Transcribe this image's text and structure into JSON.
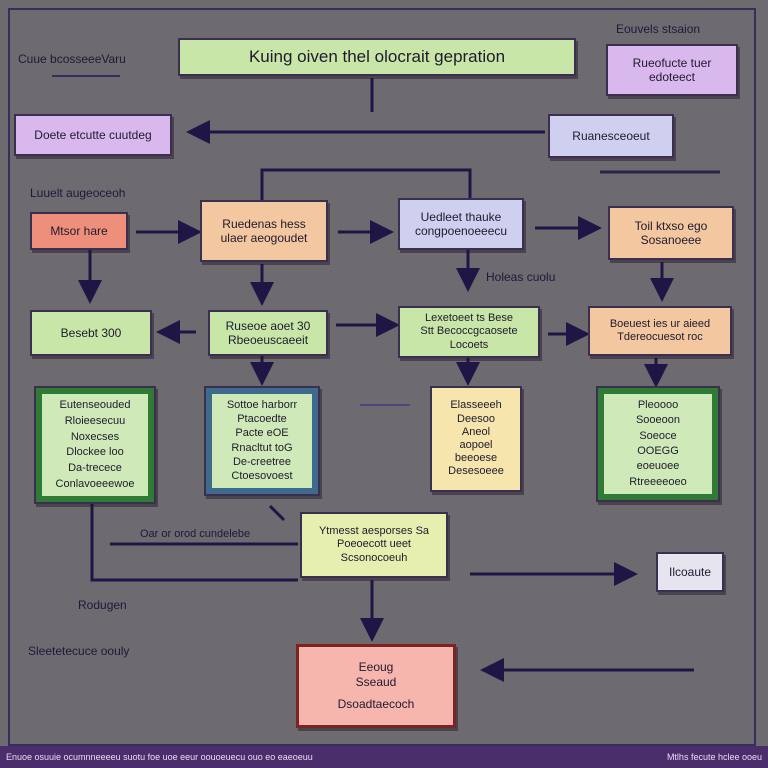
{
  "title": "Kuing oiven thel olocrait gepration",
  "top_right_label": "Eouvels stsaion",
  "top_left_label": "Cuue bcosseeeVaru",
  "left_label_1": "Luuelt augeoceoh",
  "left_label_2": "Rodugen",
  "left_label_3": "Sleetetecuce oouly",
  "mid_label_1": "Holeas cuolu",
  "mid_label_2": "Oar or orod cundelebe",
  "boxes": {
    "top_right": [
      "Rueofucte tuer",
      "edoteect"
    ],
    "row1_left": "Doete etcutte cuutdeg",
    "row1_right": "Ruanesceoeut",
    "r2_a": "Mtsor hare",
    "r2_b": [
      "Ruedenas hess",
      "ulaer aeogoudet"
    ],
    "r2_c": [
      "Uedleet thauke",
      "congpoenoeeecu"
    ],
    "r2_d": [
      "Toil ktxso ego",
      "Sosanoeee"
    ],
    "r3_a": "Besebt 300",
    "r3_b": [
      "Ruseoe aoet 30",
      "Rbeoeuscaeeit"
    ],
    "r3_c": [
      "Lexetoeet ts Bese",
      "Stt Becoccgcaosete",
      "Locoets"
    ],
    "r3_d": [
      "Boeuest ies ur aieed",
      "Tdereocuesot roc"
    ],
    "t4_a": [
      "Eutenseouded",
      "Rloieesecuu",
      "Noxecses",
      "Dlockee loo",
      "Da-trecece",
      "Conlavoeeewoe"
    ],
    "t4_b": [
      "Sottoe harborr",
      "Ptacoedte",
      "Pacte eOE",
      "Rnacltut toG",
      "De-creetree",
      "Ctoesovoest"
    ],
    "t4_c": [
      "Elasseeeh",
      "Deesoo",
      "Aneol",
      "aopoel",
      "beeoese",
      "Desesoeee"
    ],
    "t4_d": [
      "Pleoooo",
      "Sooeoon",
      "Soeoce",
      "OOEGG",
      "eoeuoee",
      "Rtreeeeoeo"
    ],
    "center": [
      "Ytmesst aesporses Sa",
      "Poeoecott ueet",
      "Scsonocoeuh"
    ],
    "right_small": "Ilcoaute",
    "bottom": [
      "Eeoug",
      "Sseaud",
      "Dsoadtaecoch"
    ]
  },
  "footer": {
    "left": "Enuoe osuuie ocumnneeeeu suotu foe uoe eeur oouoeuecu ouo eo eaeoeuu",
    "right": "Mtlhs fecute hclee ooeu"
  },
  "colors": {
    "background": "#6d6a70",
    "line": "#1f1646",
    "green": "#c8e6a8",
    "purple": "#d9b8ee",
    "peach": "#f3c7a0",
    "salmon": "#ee8f7c",
    "footer": "#4a2d6b"
  }
}
